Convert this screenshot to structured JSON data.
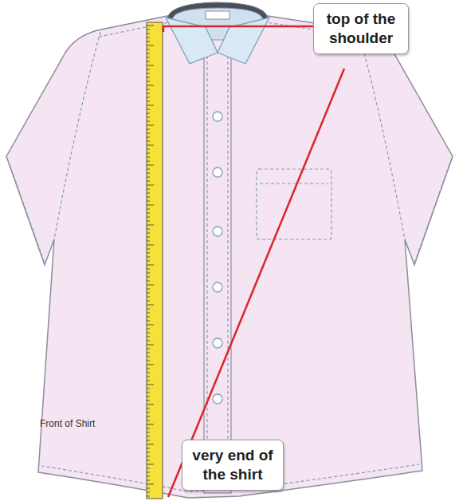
{
  "diagram": {
    "nodes": [
      {
        "text": [
          "top of the shoulder"
        ]
      },
      {
        "text": [
          "very end of the shirt"
        ]
      }
    ],
    "labels": [
      "Front of Shirt"
    ]
  }
}
